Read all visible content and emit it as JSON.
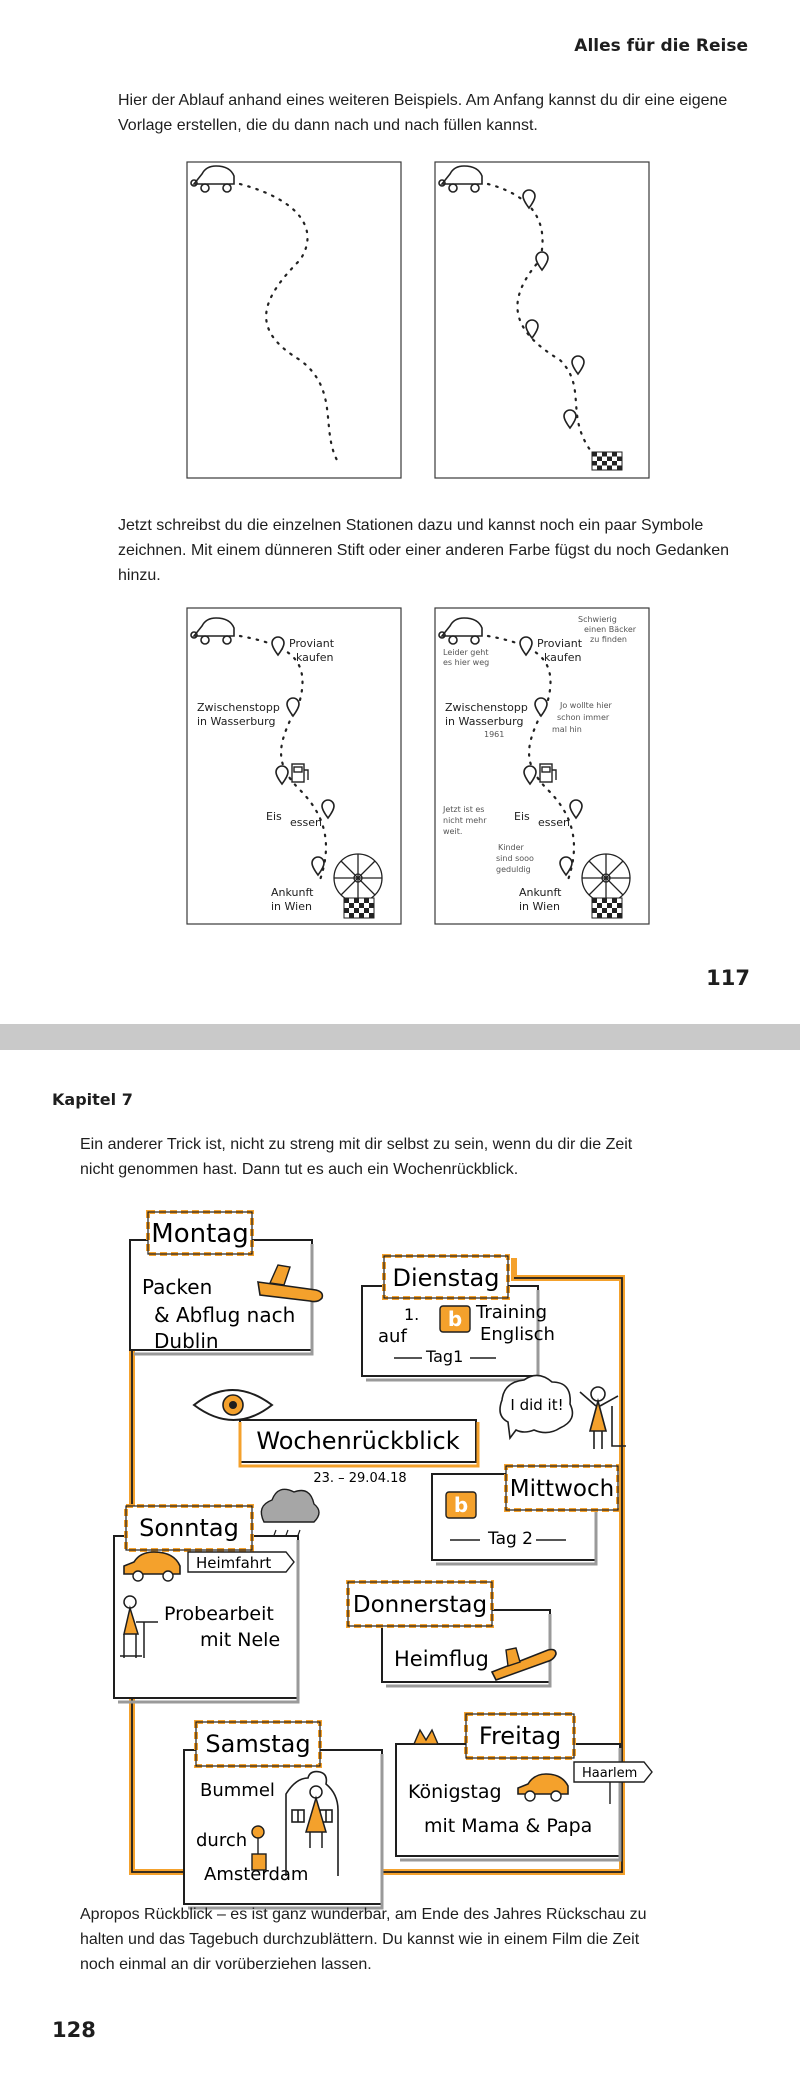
{
  "page1": {
    "running_head": "Alles für die Reise",
    "intro_text": "Hier der Ablauf anhand eines weiteren Beispiels. Am Anfang kannst du dir eine eigene Vorlage erstellen, die du dann nach und nach füllen kannst.",
    "middle_text": "Jetzt schreibst du die einzelnen Stationen dazu und kannst noch ein paar Symbole zeichnen. Mit einem dünneren Stift oder einer anderen Farbe fügst du noch Gedanken hinzu.",
    "page_number": "117",
    "sketch_labels": {
      "proviant": "Proviant",
      "kaufen": "kaufen",
      "zwischenstopp": "Zwischenstopp",
      "in_wasserburg": "in Wasserburg",
      "eis": "Eis",
      "essen": "essen",
      "ankunft": "Ankunft",
      "in_wien": "in Wien"
    },
    "notes": {
      "schwierig_1": "Schwierig",
      "schwierig_2": "einen Bäcker",
      "schwierig_3": "zu finden",
      "leider_1": "Leider geht",
      "leider_2": "es hier weg",
      "year": "1961",
      "wollte_1": "Jo wollte hier",
      "wollte_2": "schon immer",
      "wollte_3": "mal hin",
      "jetzt_1": "Jetzt ist es",
      "jetzt_2": "nicht mehr",
      "jetzt_3": "weit.",
      "kinder_1": "Kinder",
      "kinder_2": "sind sooo",
      "kinder_3": "geduldig"
    }
  },
  "page2": {
    "chapter_label": "Kapitel 7",
    "intro_text": "Ein anderer Trick ist, nicht zu streng mit dir selbst zu sein, wenn du dir die Zeit nicht genommen hast. Dann tut es auch ein Wochenrückblick.",
    "outro_text": "Apropos Rückblick – es ist ganz wunderbar, am Ende des Jahres Rückschau zu halten und das Tagebuch durchzublättern. Du kannst wie in einem Film die Zeit noch einmal an dir vorüberziehen lassen.",
    "page_number": "128",
    "week": {
      "title": "Wochenrückblick",
      "dates": "23. – 29.04.18",
      "speech": "I did it!",
      "days": {
        "montag": {
          "name": "Montag",
          "line1": "Packen",
          "line2": "& Abflug nach",
          "line3": "Dublin"
        },
        "dienstag": {
          "name": "Dienstag",
          "num": "1.",
          "training": "Training",
          "auf": "auf",
          "englisch": "Englisch",
          "tag": "Tag1"
        },
        "mittwoch": {
          "name": "Mittwoch",
          "tag": "Tag 2"
        },
        "donnerstag": {
          "name": "Donnerstag",
          "line1": "Heimflug"
        },
        "freitag": {
          "name": "Freitag",
          "line1": "Königstag",
          "line2": "mit Mama & Papa",
          "sign": "Haarlem"
        },
        "samstag": {
          "name": "Samstag",
          "line1": "Bummel",
          "line2": "durch",
          "line3": "Amsterdam"
        },
        "sonntag": {
          "name": "Sonntag",
          "sign": "Heimfahrt",
          "line1": "Probearbeit",
          "line2": "mit Nele"
        }
      }
    }
  },
  "colors": {
    "accent": "#f4a12c",
    "ink": "#1e1e1e",
    "gap": "#c9c9c9",
    "shadow": "#9a9a9a"
  }
}
